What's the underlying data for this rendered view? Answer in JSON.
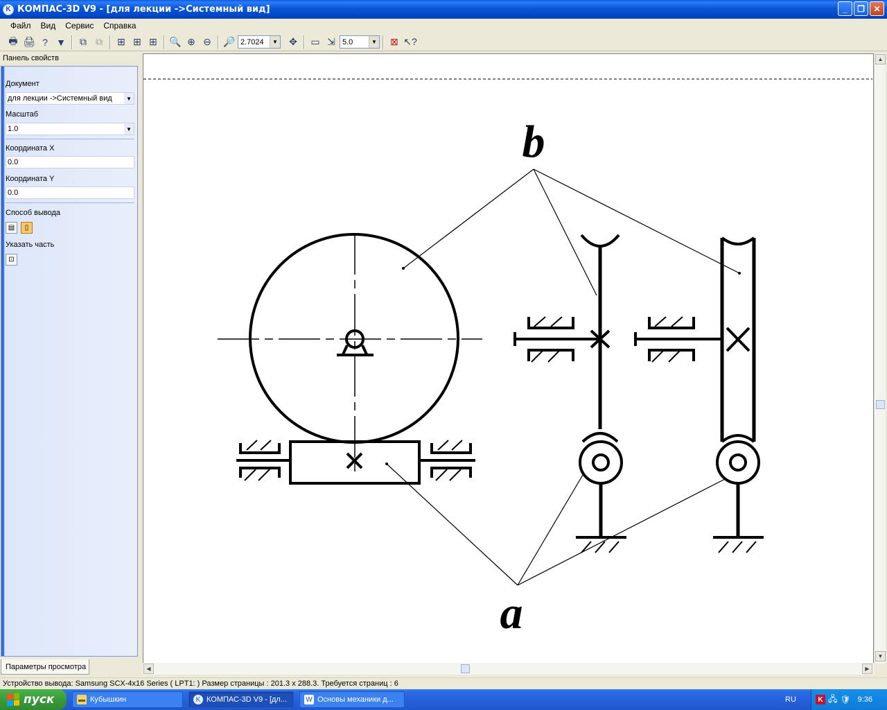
{
  "window": {
    "title": "КОМПАС-3D V9 - [для лекции ->Системный вид]",
    "app_icon": "kompas-logo-icon"
  },
  "menu": [
    "Файл",
    "Вид",
    "Сервис",
    "Справка"
  ],
  "toolbar": {
    "zoom_value": "2.7024",
    "step_value": "5.0"
  },
  "panel": {
    "header": "Панель свойств",
    "document_label": "Документ",
    "document_value": "для лекции ->Системный вид",
    "scale_label": "Масштаб",
    "scale_value": "1.0",
    "x_label": "Координата X",
    "x_value": "0.0",
    "y_label": "Координата Y",
    "y_value": "0.0",
    "output_label": "Способ вывода",
    "part_label": "Указать часть",
    "tab_label": "Параметры просмотра"
  },
  "drawing": {
    "label_b": "b",
    "label_a": "a"
  },
  "status": {
    "text": "Устройство вывода: Samsung SCX-4x16 Series ( LPT1: )  Размер страницы : 201.3 x 288.3.  Требуется страниц : 6"
  },
  "taskbar": {
    "start_label": "пуск",
    "tasks": [
      {
        "label": "Кубышкин",
        "icon": "folder-icon"
      },
      {
        "label": "КОМПАС-3D V9 - [дл...",
        "icon": "kompas-icon"
      },
      {
        "label": "Основы механики д...",
        "icon": "word-icon"
      }
    ],
    "language": "RU",
    "clock": "9:36"
  },
  "colors": {
    "titlebar_blue": "#0b56d8",
    "taskbar_blue": "#2562da",
    "start_green": "#3a9a3b",
    "panel_bg": "#e9eefb"
  }
}
